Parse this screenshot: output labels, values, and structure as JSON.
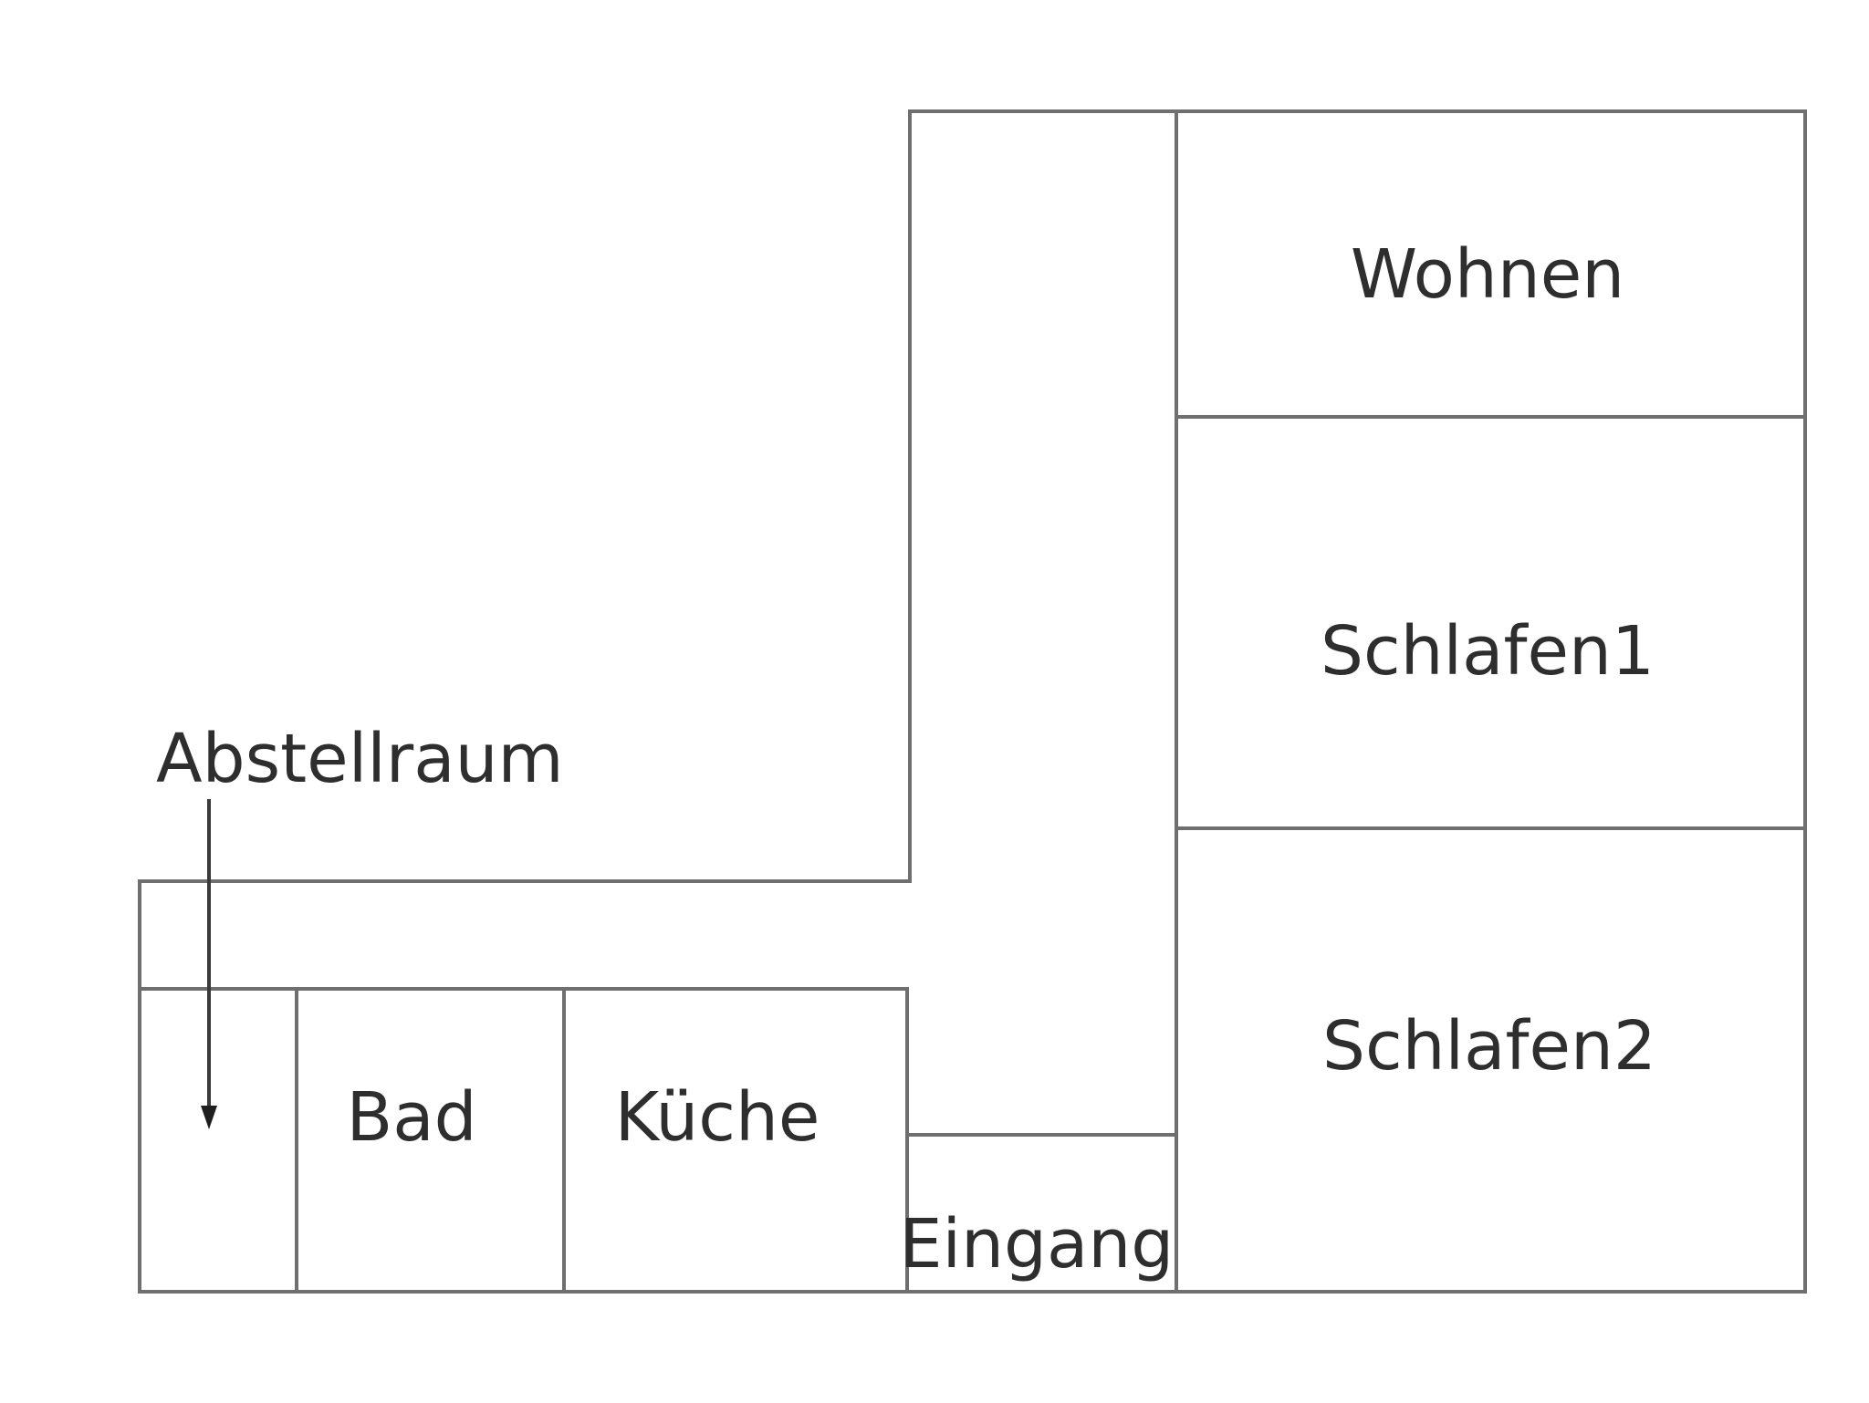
{
  "floor_plan": {
    "rooms": {
      "wohnen": "Wohnen",
      "schlafen1": "Schlafen1",
      "schlafen2": "Schlafen2",
      "eingang": "Eingang",
      "kueche": "Küche",
      "bad": "Bad",
      "abstellraum": "Abstellraum"
    },
    "colors": {
      "wall": "#6f6f6f",
      "text": "#2e2e2e",
      "background": "#ffffff"
    }
  }
}
